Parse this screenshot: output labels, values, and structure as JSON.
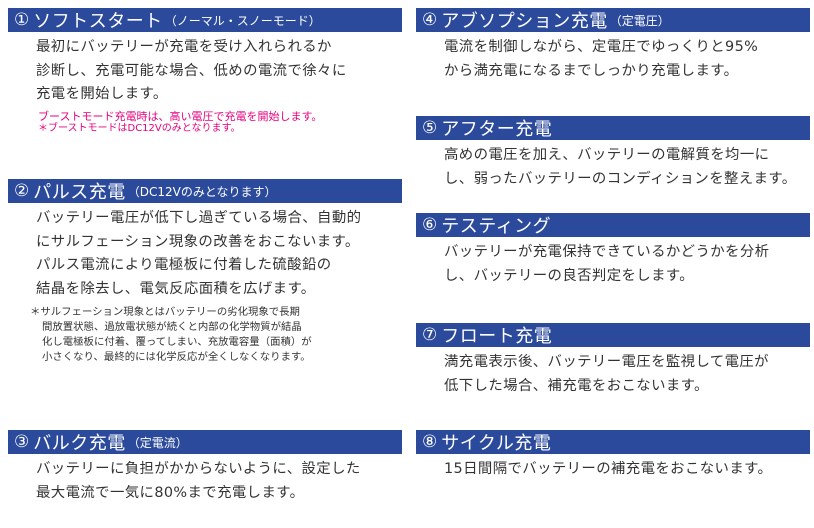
{
  "sections": [
    {
      "num": "①",
      "title": "ソフトスタート",
      "sub": "（ノーマル・スノーモード）",
      "lines": [
        "最初にバッテリーが充電を受け入れられるか",
        "診断し、充電可能な場合、低めの電流で徐々に",
        "充電を開始します。"
      ],
      "notes": [
        "ブーストモード充電時は、高い電圧で充電を開始します。",
        "＊ブーストモードはDC12Vのみとなります。"
      ]
    },
    {
      "num": "②",
      "title": "パルス充電",
      "sub": "（DC12Vのみとなります）",
      "lines": [
        "バッテリー電圧が低下し過ぎている場合、自動的",
        "にサルフェーション現象の改善をおこないます。",
        "パルス電流により電極板に付着した硫酸鉛の",
        "結晶を除去し、電気反応面積を広げます。"
      ],
      "notes": [
        "＊サルフェーション現象とはバッテリーの劣化現象で長期",
        "間放置状態、過放電状態が続くと内部の化学物質が結晶",
        "化し電極板に付着、覆ってしまい、充放電容量（面積）が",
        "小さくなり、最終的には化学反応が全くしなくなります。"
      ]
    },
    {
      "num": "③",
      "title": "バルク充電",
      "sub": "（定電流）",
      "lines": [
        "バッテリーに負担がかからないように、設定した",
        "最大電流で一気に80%まで充電します。"
      ]
    },
    {
      "num": "④",
      "title": "アブソプション充電",
      "sub": "（定電圧）",
      "lines": [
        "電流を制御しながら、定電圧でゆっくりと95%",
        "から満充電になるまでしっかり充電します。"
      ]
    },
    {
      "num": "⑤",
      "title": "アフター充電",
      "sub": "",
      "lines": [
        "高めの電圧を加え、バッテリーの電解質を均一に",
        "し、弱ったバッテリーのコンディションを整えます。"
      ]
    },
    {
      "num": "⑥",
      "title": "テスティング",
      "sub": "",
      "lines": [
        "バッテリーが充電保持できているかどうかを分析",
        "し、バッテリーの良否判定をします。"
      ]
    },
    {
      "num": "⑦",
      "title": "フロート充電",
      "sub": "",
      "lines": [
        "満充電表示後、バッテリー電圧を監視して電圧が",
        "低下した場合、補充電をおこないます。"
      ]
    },
    {
      "num": "⑧",
      "title": "サイクル充電",
      "sub": "",
      "lines": [
        "15日間隔でバッテリーの補充電をおこないます。"
      ]
    }
  ],
  "colors": {
    "bar": "#2b4a9c",
    "note_pink": "#e6007e"
  }
}
